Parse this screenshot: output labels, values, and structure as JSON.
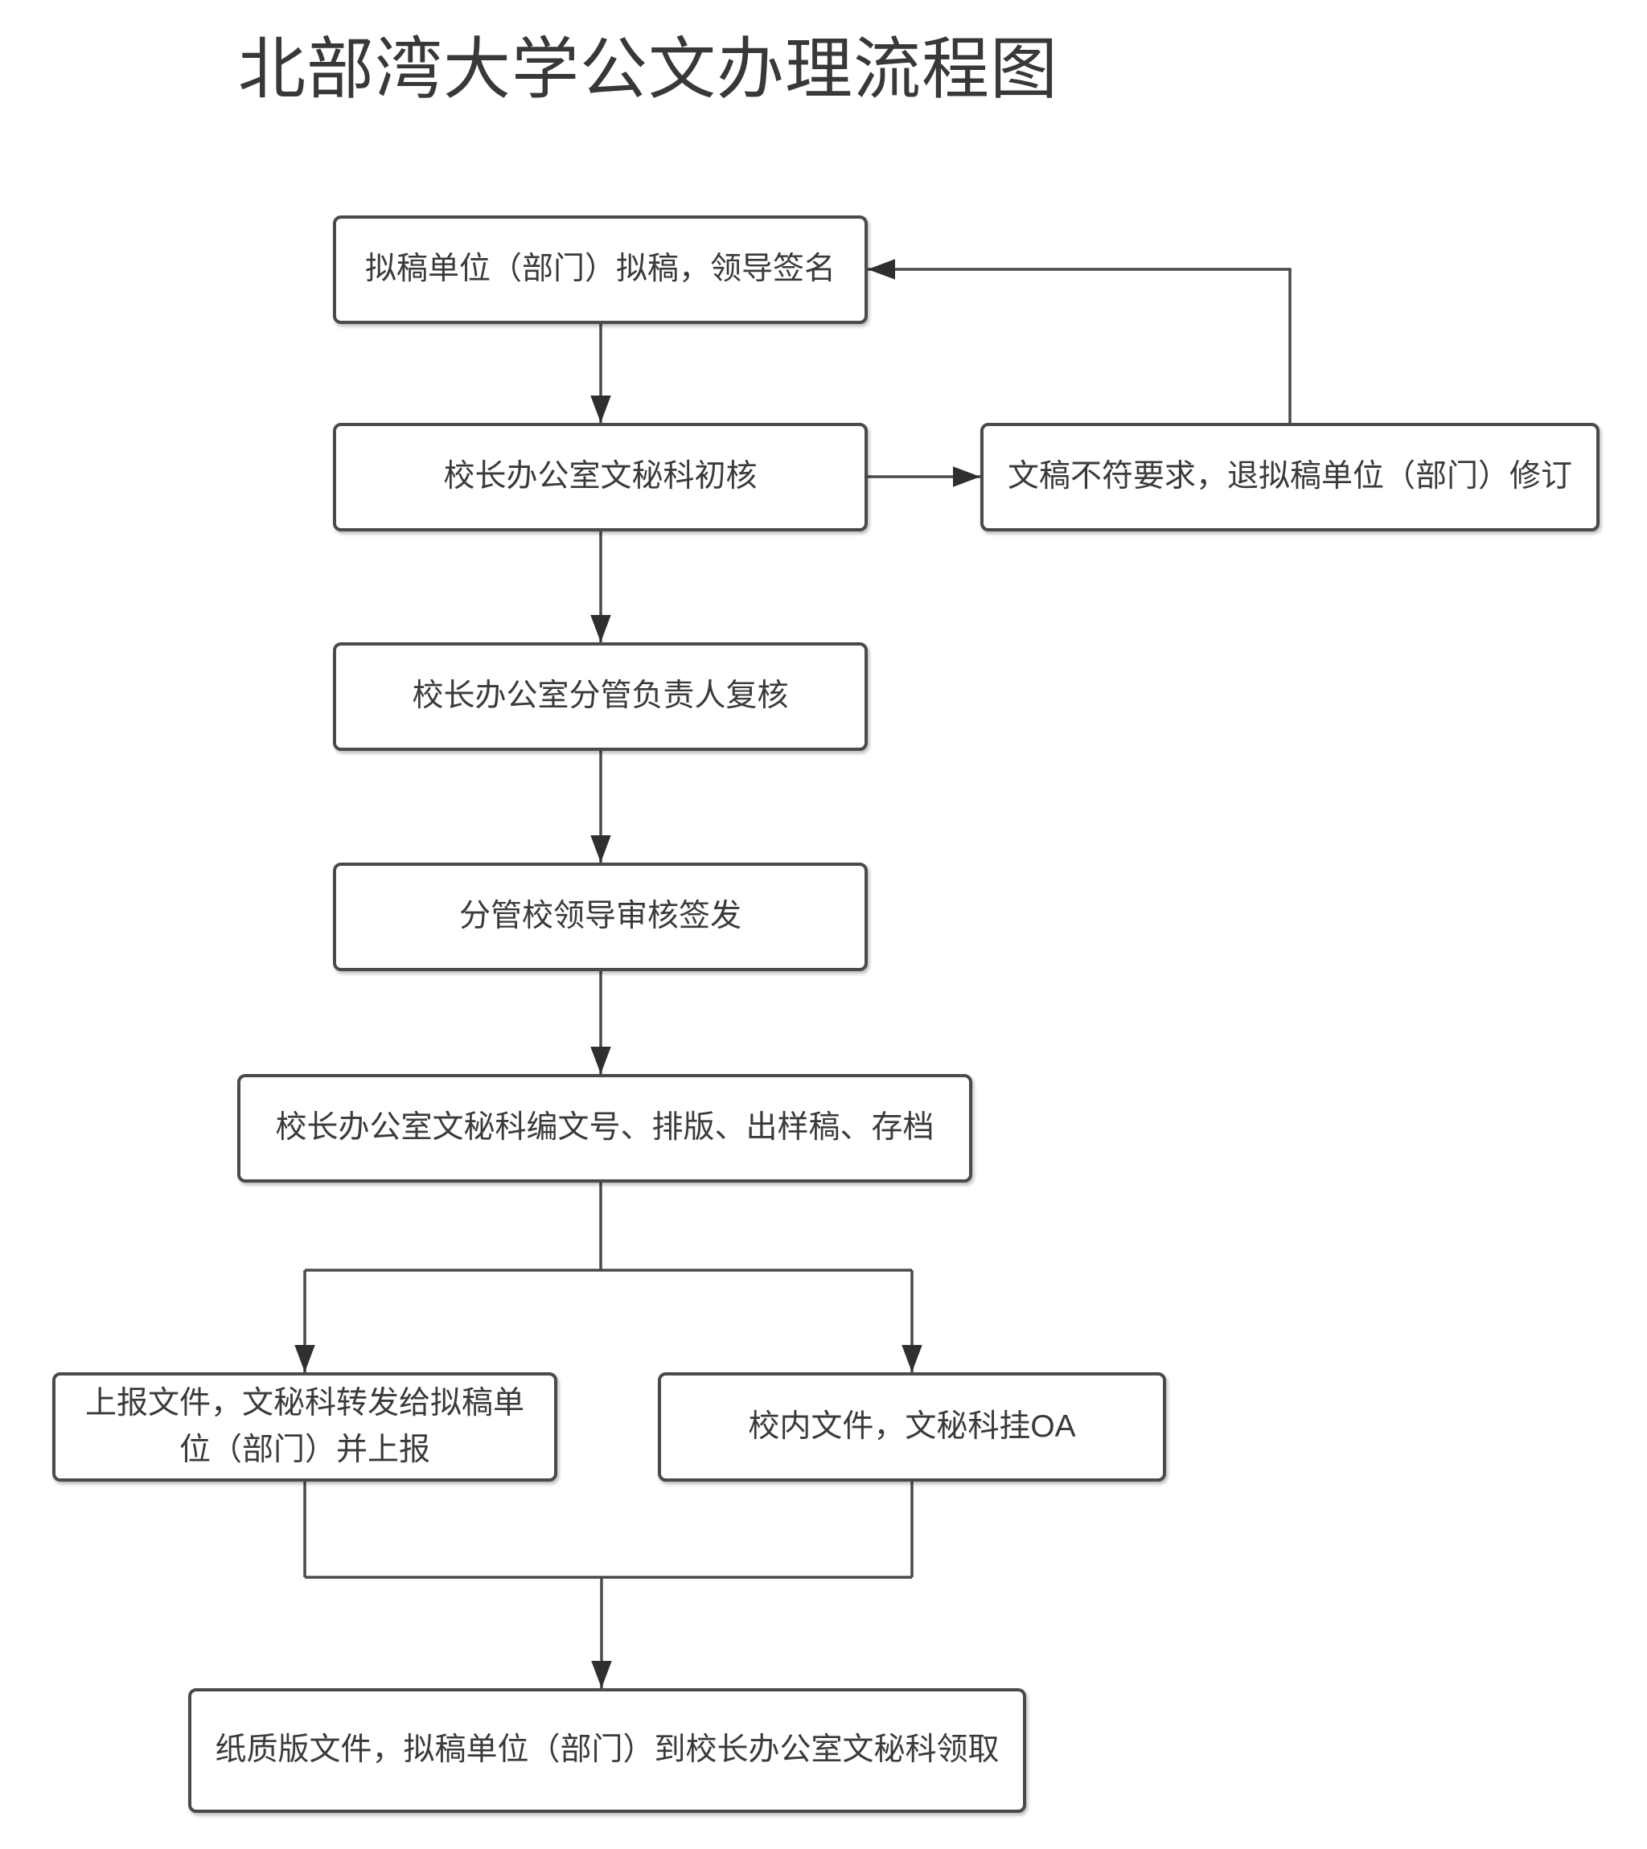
{
  "title": "北部湾大学公文办理流程图",
  "colors": {
    "line": "#4a4a4a",
    "node_border": "#4a4a4a",
    "node_background": "#ffffff",
    "text": "#3a3a3a",
    "page_background": "#ffffff"
  },
  "nodes": {
    "draft": {
      "label": "拟稿单位（部门）拟稿，领导签名"
    },
    "initial_review": {
      "label": "校长办公室文秘科初核"
    },
    "return_revision": {
      "label": "文稿不符要求，退拟稿单位（部门）修订"
    },
    "recheck": {
      "label": "校长办公室分管负责人复核"
    },
    "leader_signoff": {
      "label": "分管校领导审核签发"
    },
    "numbering_archive": {
      "label": "校长办公室文秘科编文号、排版、出样稿、存档"
    },
    "report_upward": {
      "label": "上报文件，文秘科转发给拟稿单位（部门）并上报"
    },
    "internal_oa": {
      "label": "校内文件，文秘科挂OA"
    },
    "paper_pickup": {
      "label": "纸质版文件，拟稿单位（部门）到校长办公室文秘科领取"
    }
  }
}
